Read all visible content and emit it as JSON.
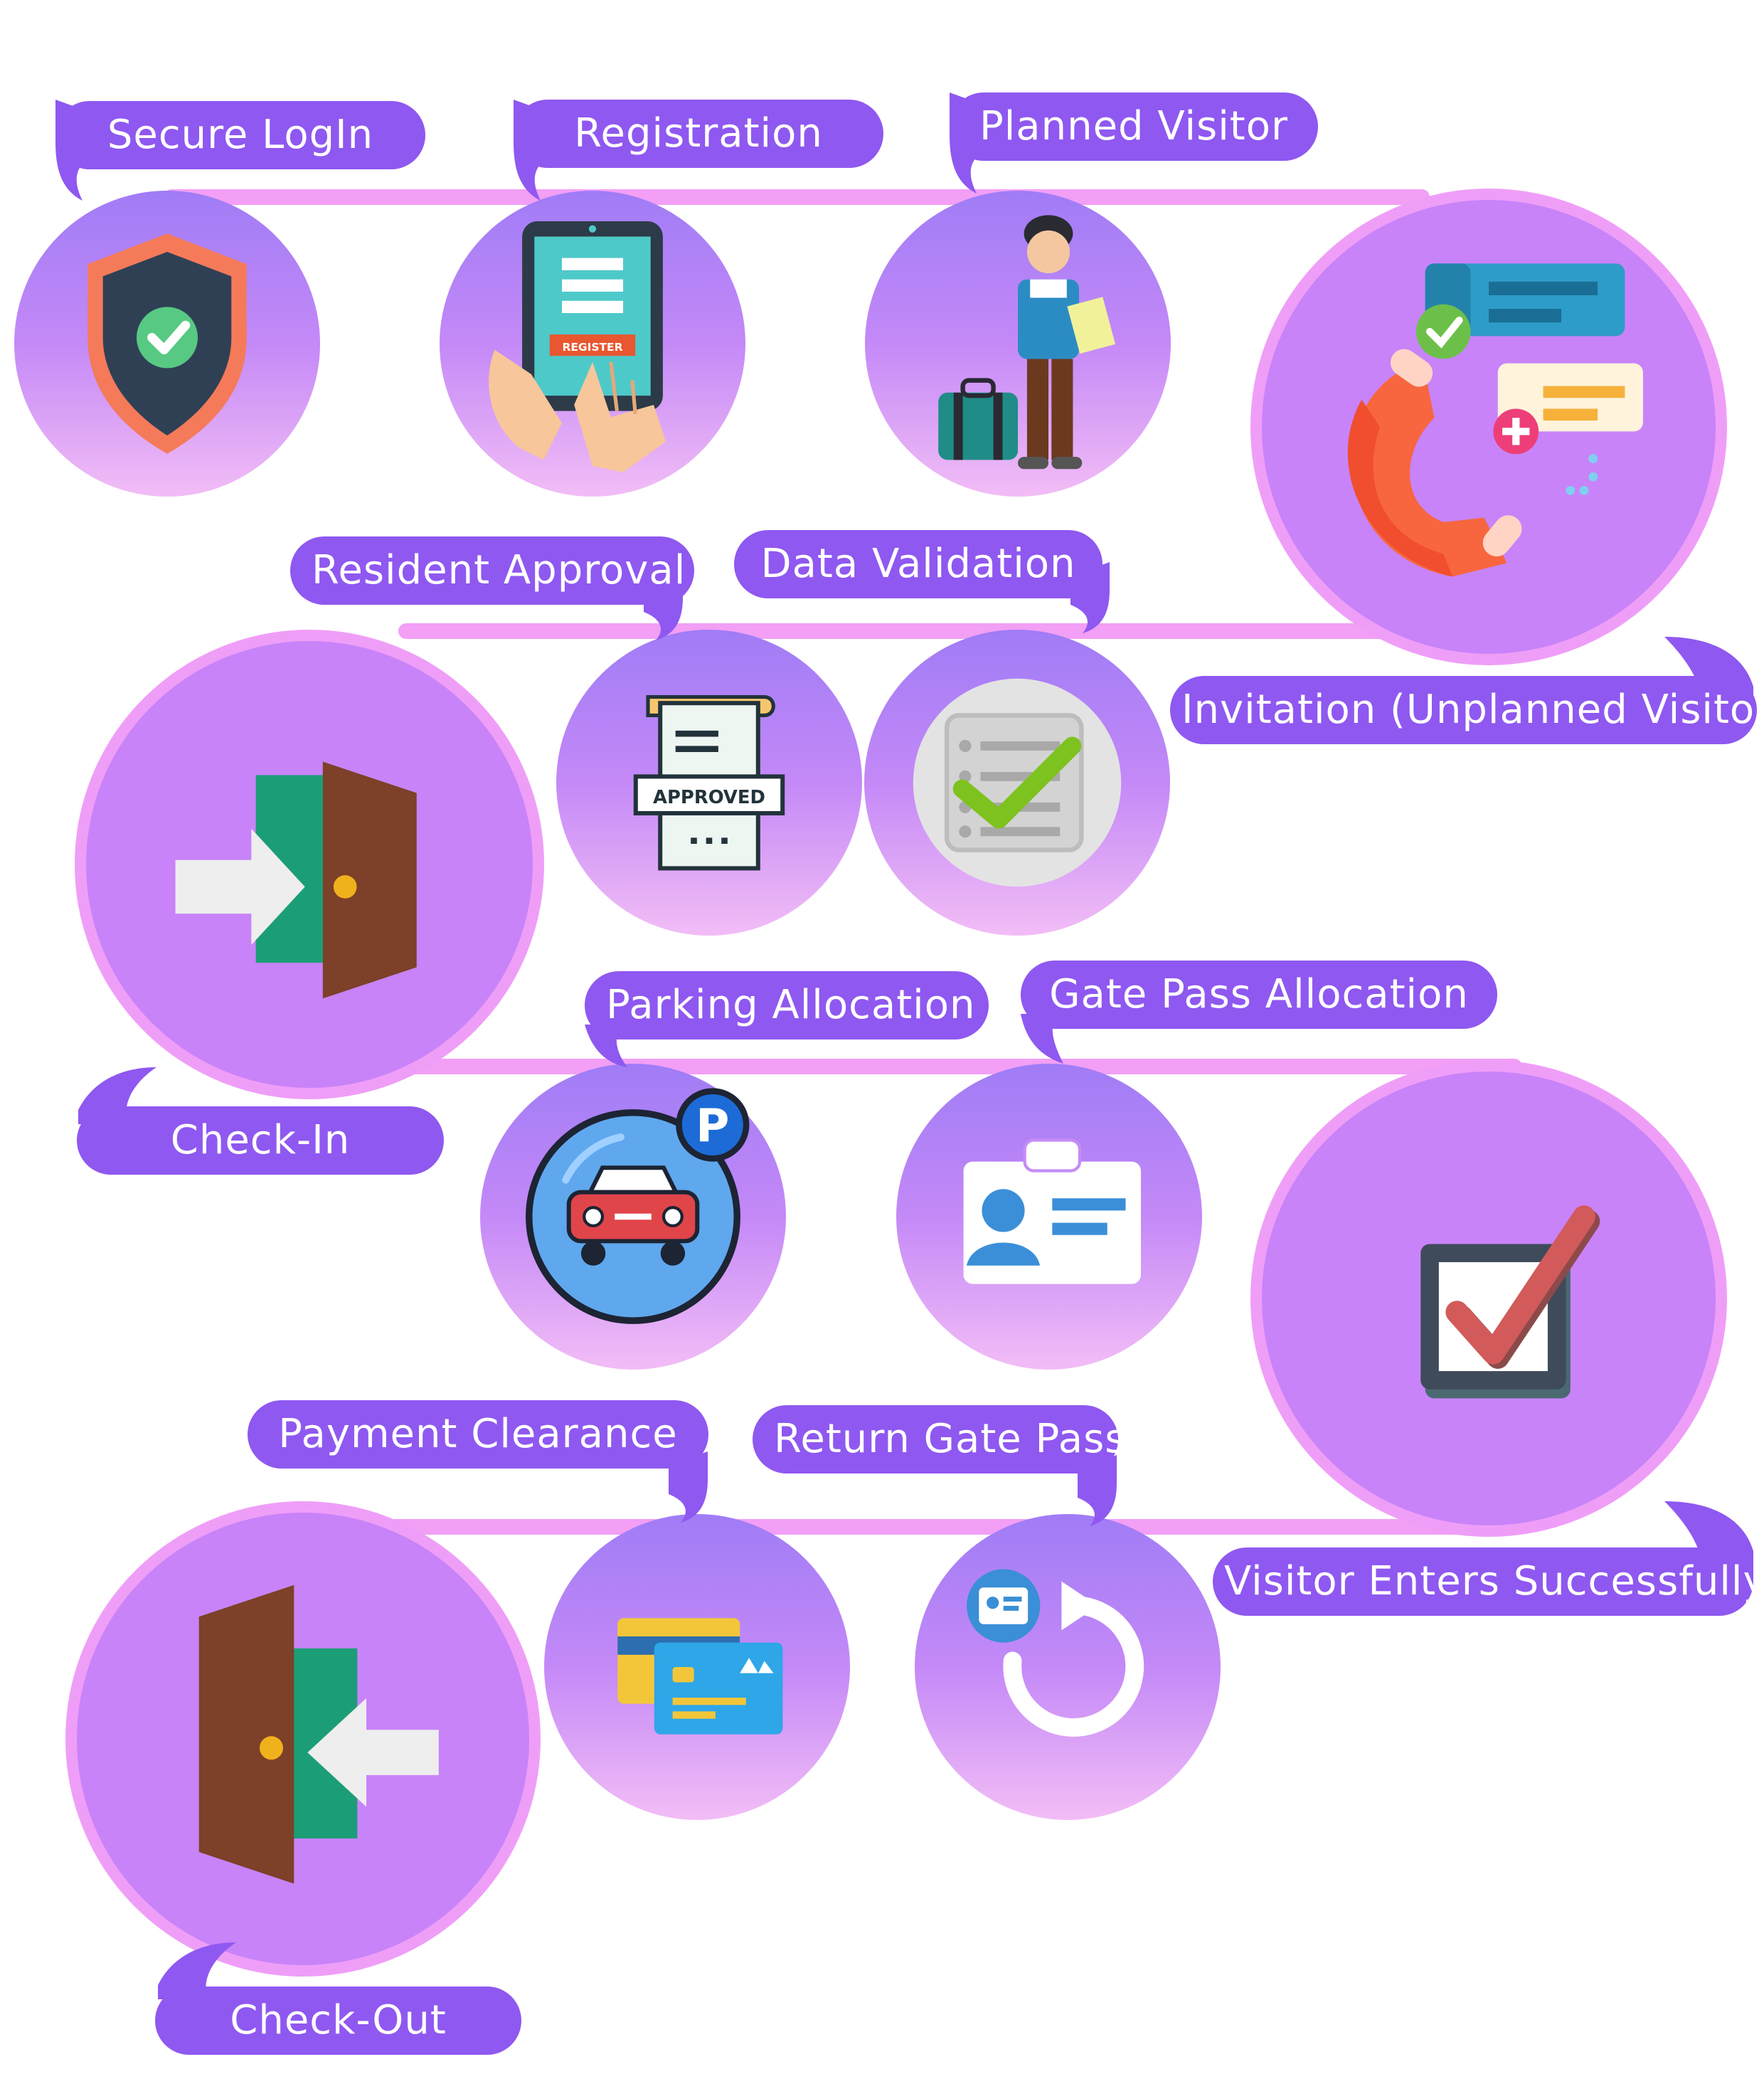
{
  "steps": {
    "secure_login": "Secure LogIn",
    "registration": "Registration",
    "planned_visitor": "Planned Visitor",
    "invitation": "Invitation (Unplanned Visitor)",
    "resident_approval": "Resident Approval",
    "data_validation": "Data Validation",
    "check_in": "Check-In",
    "parking_allocation": "Parking Allocation",
    "gate_pass_allocation": "Gate Pass Allocation",
    "visitor_enters": "Visitor Enters Successfully",
    "payment_clearance": "Payment Clearance",
    "return_gate_pass": "Return Gate Pass",
    "check_out": "Check-Out"
  },
  "icon_text": {
    "register_button": "REGISTER",
    "approved_stamp": "APPROVED",
    "parking_sign": "P"
  },
  "icons": [
    "shield-check-icon",
    "tablet-register-icon",
    "visitor-person-icon",
    "phone-notification-icon",
    "approved-document-icon",
    "checklist-icon",
    "door-enter-icon",
    "car-parking-icon",
    "id-badge-icon",
    "checkbox-checked-icon",
    "credit-card-icon",
    "return-pass-icon",
    "door-exit-icon"
  ],
  "colors": {
    "label_bg": "#8f58f0",
    "connector": "#f29ff5",
    "node_top": "#a07cf6",
    "node_bottom": "#f2bdf6",
    "big_node_fill": "#c883f8",
    "big_node_ring": "#ef9ef8"
  }
}
